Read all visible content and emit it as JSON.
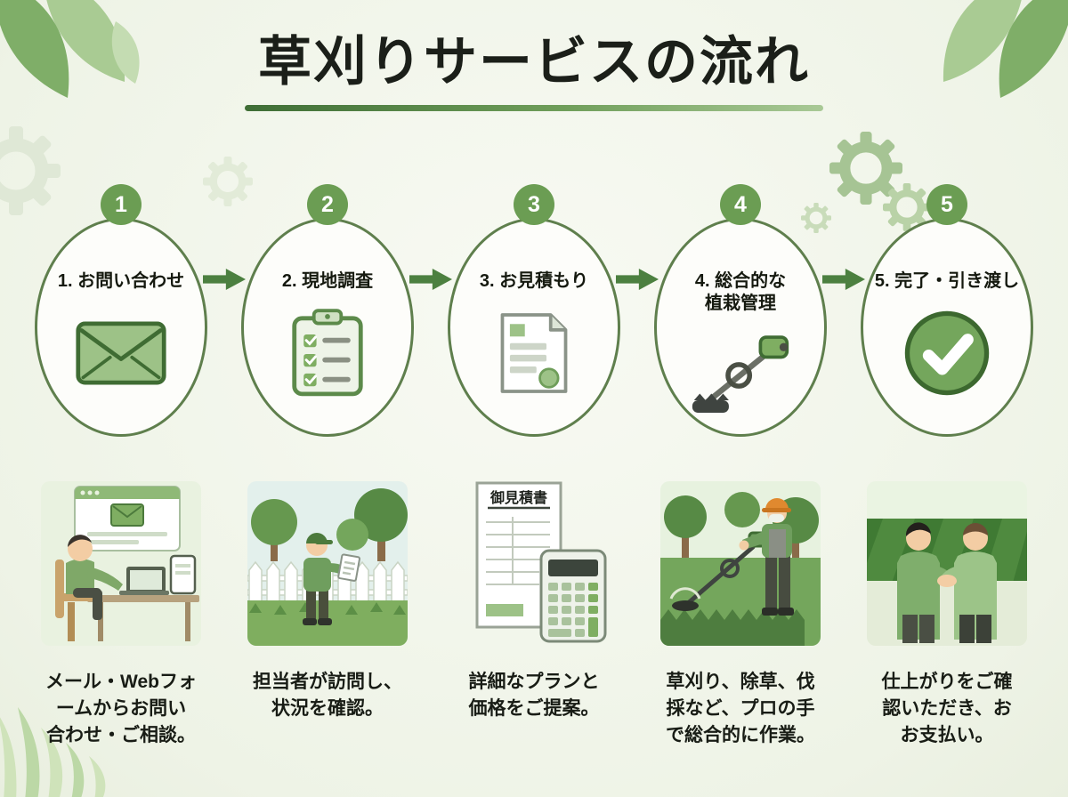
{
  "title": "草刈りサービスの流れ",
  "colors": {
    "accent_green": "#4c8040",
    "step_circle_green": "#6b9d53",
    "oval_border_green": "#5f7f4d"
  },
  "steps": [
    {
      "number": "1",
      "label": "1. お問い合わせ",
      "icon": "envelope-icon",
      "illustration": "person-at-computer-scene",
      "description": "メール・Webフォ\nームからお問い\n合わせ・ご相談。"
    },
    {
      "number": "2",
      "label": "2. 現地調査",
      "icon": "clipboard-checklist-icon",
      "illustration": "site-survey-scene",
      "description": "担当者が訪問し、\n状況を確認。"
    },
    {
      "number": "3",
      "label": "3. お見積もり",
      "icon": "estimate-document-icon",
      "illustration": "estimate-and-calculator-scene",
      "description": "詳細なプランと\n価格をご提案。"
    },
    {
      "number": "4",
      "label": "4. 総合的な\n植栽管理",
      "icon": "brush-cutter-icon",
      "illustration": "grass-cutting-scene",
      "description": "草刈り、除草、伐\n採など、プロの手\nで総合的に作業。"
    },
    {
      "number": "5",
      "label": "5. 完了・引き渡し",
      "icon": "check-circle-icon",
      "illustration": "handshake-scene",
      "description": "仕上がりをご確\n認いただき、お\nお支払い。"
    }
  ],
  "illustrations": {
    "estimate_title": "御見積書"
  }
}
